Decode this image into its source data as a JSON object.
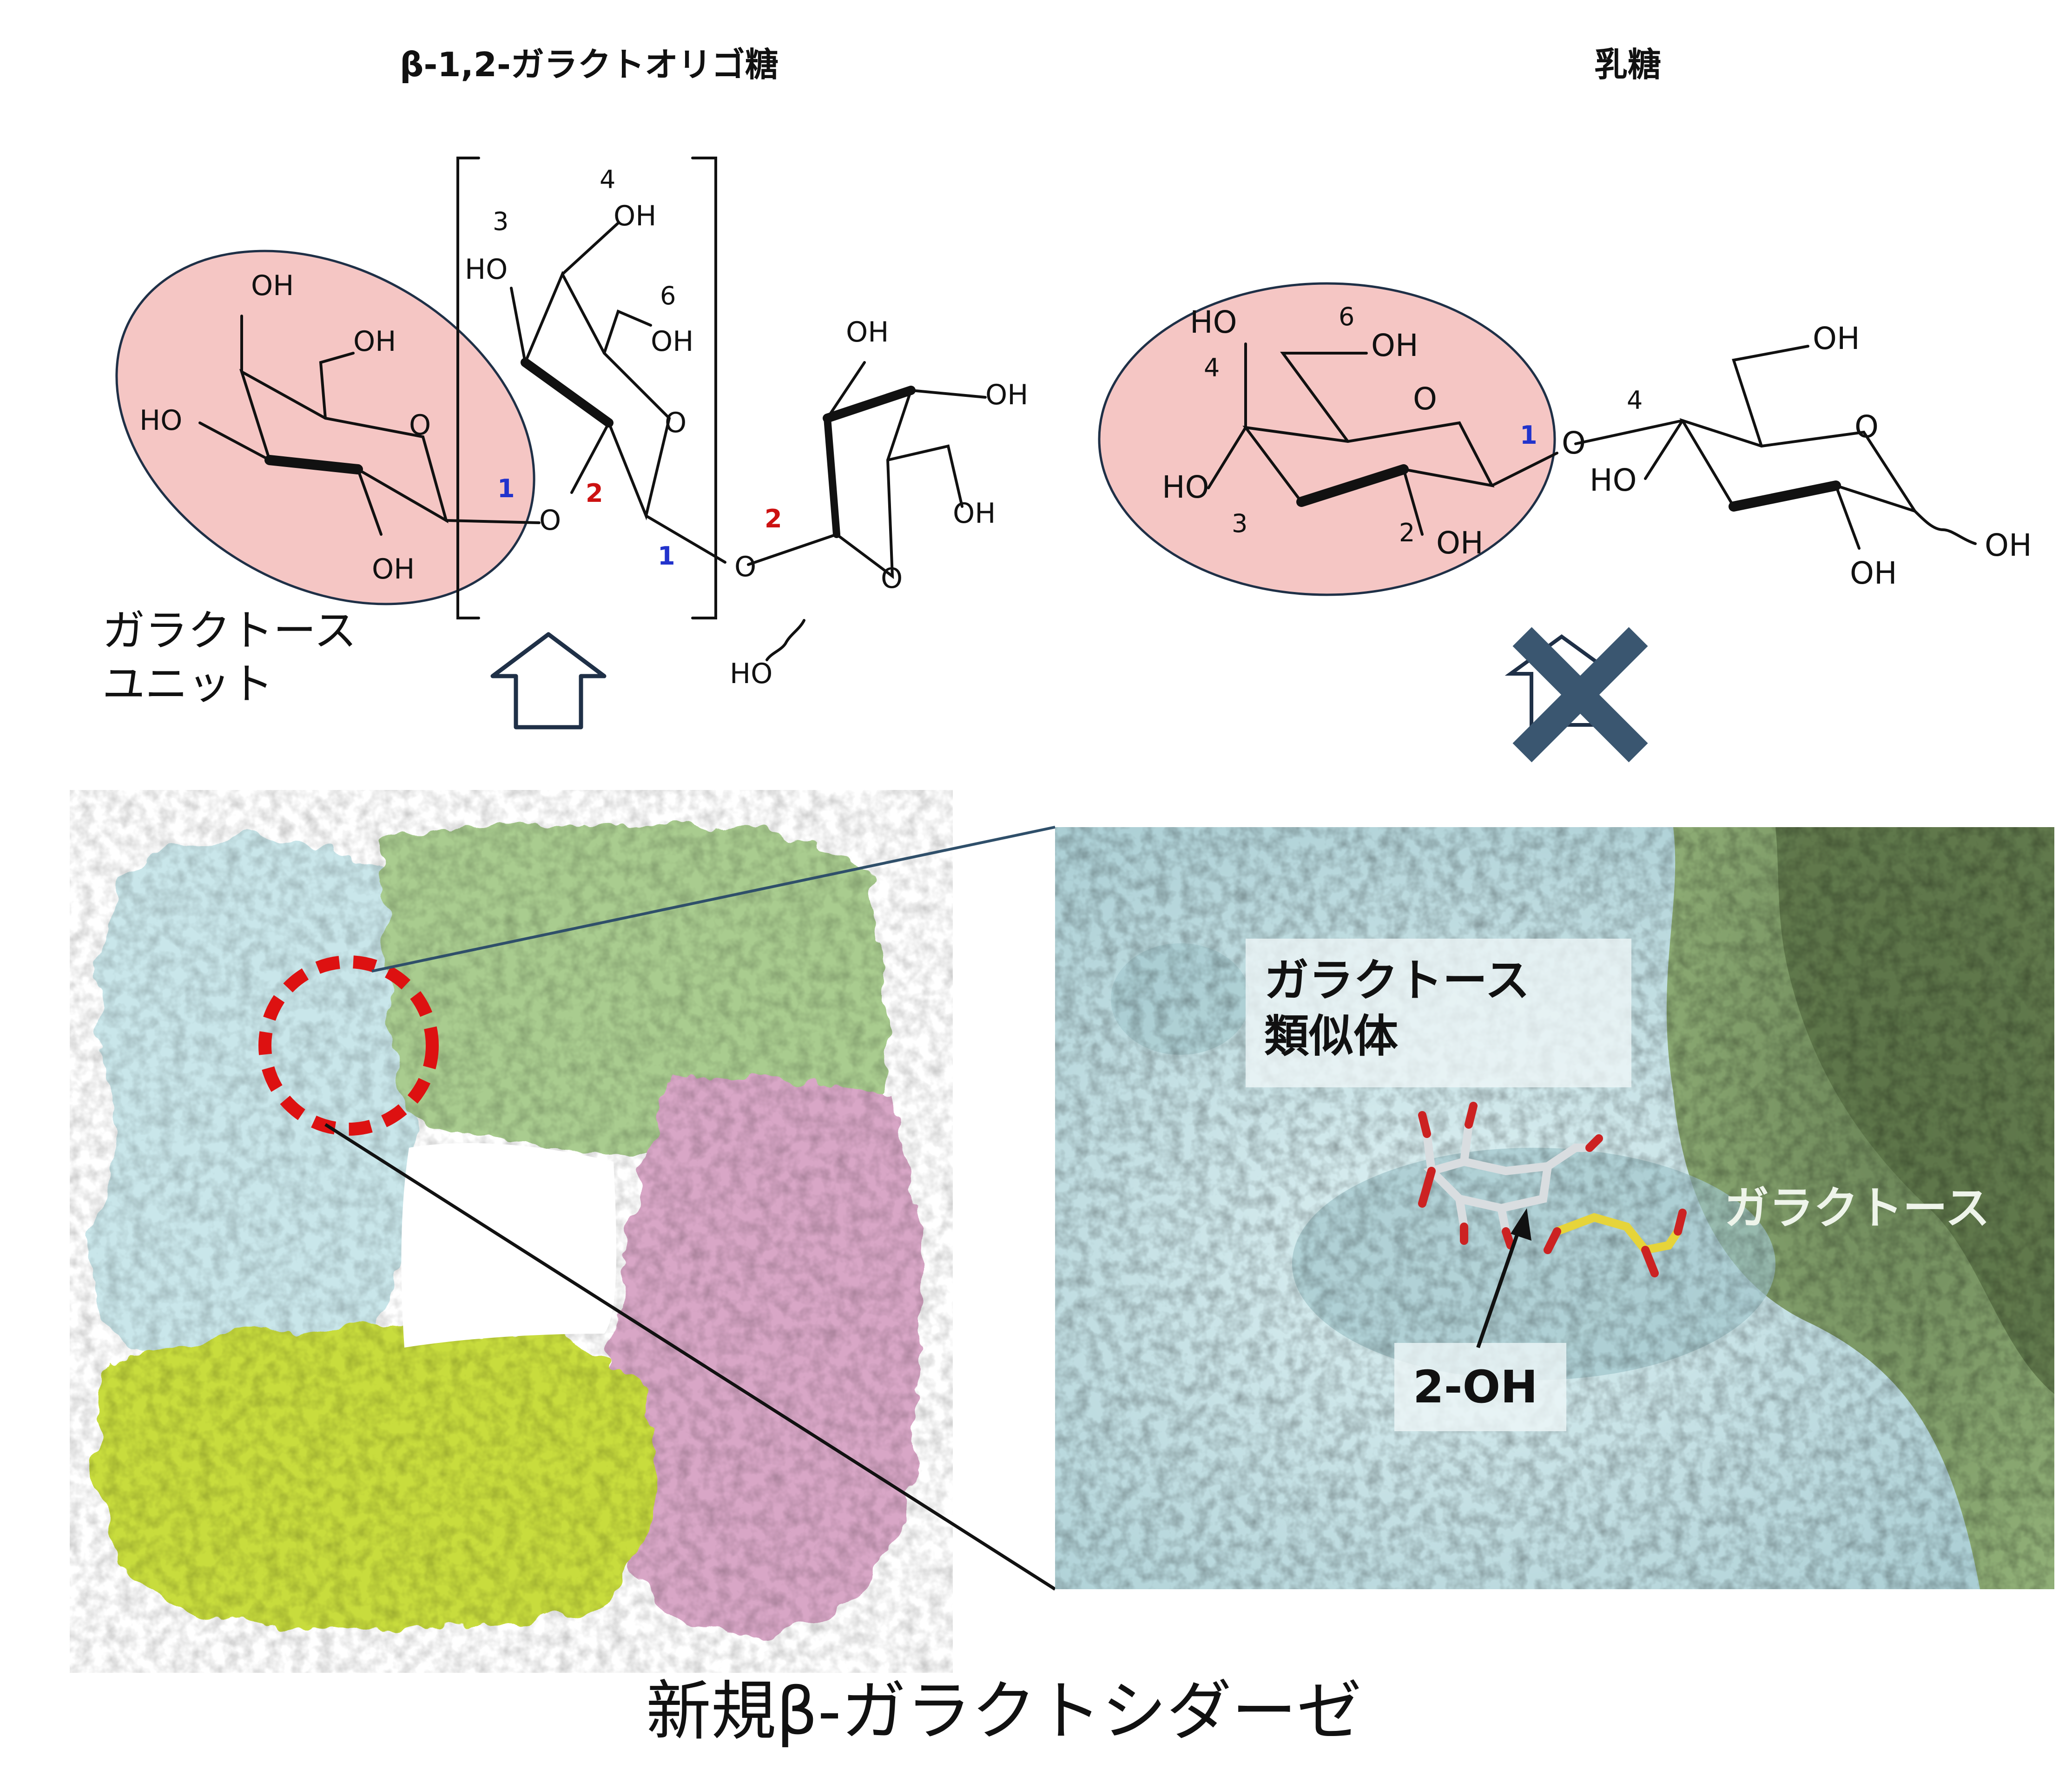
{
  "titles": {
    "left": "β-1,2-ガラクトオリゴ糖",
    "right": "乳糖"
  },
  "left_structure": {
    "galactose_unit_label_line1": "ガラクトース",
    "galactose_unit_label_line2": "ユニット",
    "groups": {
      "oh_a": "OH",
      "oh_b": "OH",
      "ho_c": "HO",
      "o_ring1": "O",
      "oh_d": "OH",
      "o_link1": "O",
      "ho_e": "HO",
      "oh_f": "OH",
      "oh_g": "OH",
      "o_ring2": "O",
      "o_link2": "O",
      "oh_h": "OH",
      "oh_i": "OH",
      "oh_j": "OH",
      "o_ring3": "O",
      "ho_k": "HO"
    },
    "numbers": {
      "n1a": "1",
      "n2a": "2",
      "n1b": "1",
      "n2b": "2",
      "n3": "3",
      "n4": "4",
      "n6": "6"
    }
  },
  "right_structure": {
    "groups": {
      "ho_a": "HO",
      "oh_b": "OH",
      "o_ring1": "O",
      "ho_c": "HO",
      "oh_d": "OH",
      "o_link": "O",
      "oh_e": "OH",
      "ho_f": "HO",
      "o_ring2": "O",
      "oh_g": "OH",
      "oh_h": "OH"
    },
    "numbers": {
      "n6": "6",
      "n4a": "4",
      "n1": "1",
      "n3": "3",
      "n2": "2",
      "n4b": "4"
    }
  },
  "zoom_panel": {
    "analog_label_line1": "ガラクトース",
    "analog_label_line2": "類似体",
    "galactose_label": "ガラクトース",
    "oh_label": "2-OH"
  },
  "caption": "新規β-ガラクトシダーゼ",
  "colors": {
    "highlight_fill": "#f5c6c4",
    "number_blue": "#2233cc",
    "number_red": "#cc1111",
    "cross_blue": "#3a5670",
    "protein_light_blue": "#c9e6ea",
    "protein_green": "#a9cc8f",
    "protein_yellow": "#c8dc3c",
    "protein_pink": "#d8a6c6",
    "zoom_dark_green": "#6d8558",
    "dashed_circle": "#dd1111"
  },
  "icons": {
    "up_arrow": "hollow-up-arrow-icon",
    "forbidden": "crossed-arrow-icon"
  }
}
